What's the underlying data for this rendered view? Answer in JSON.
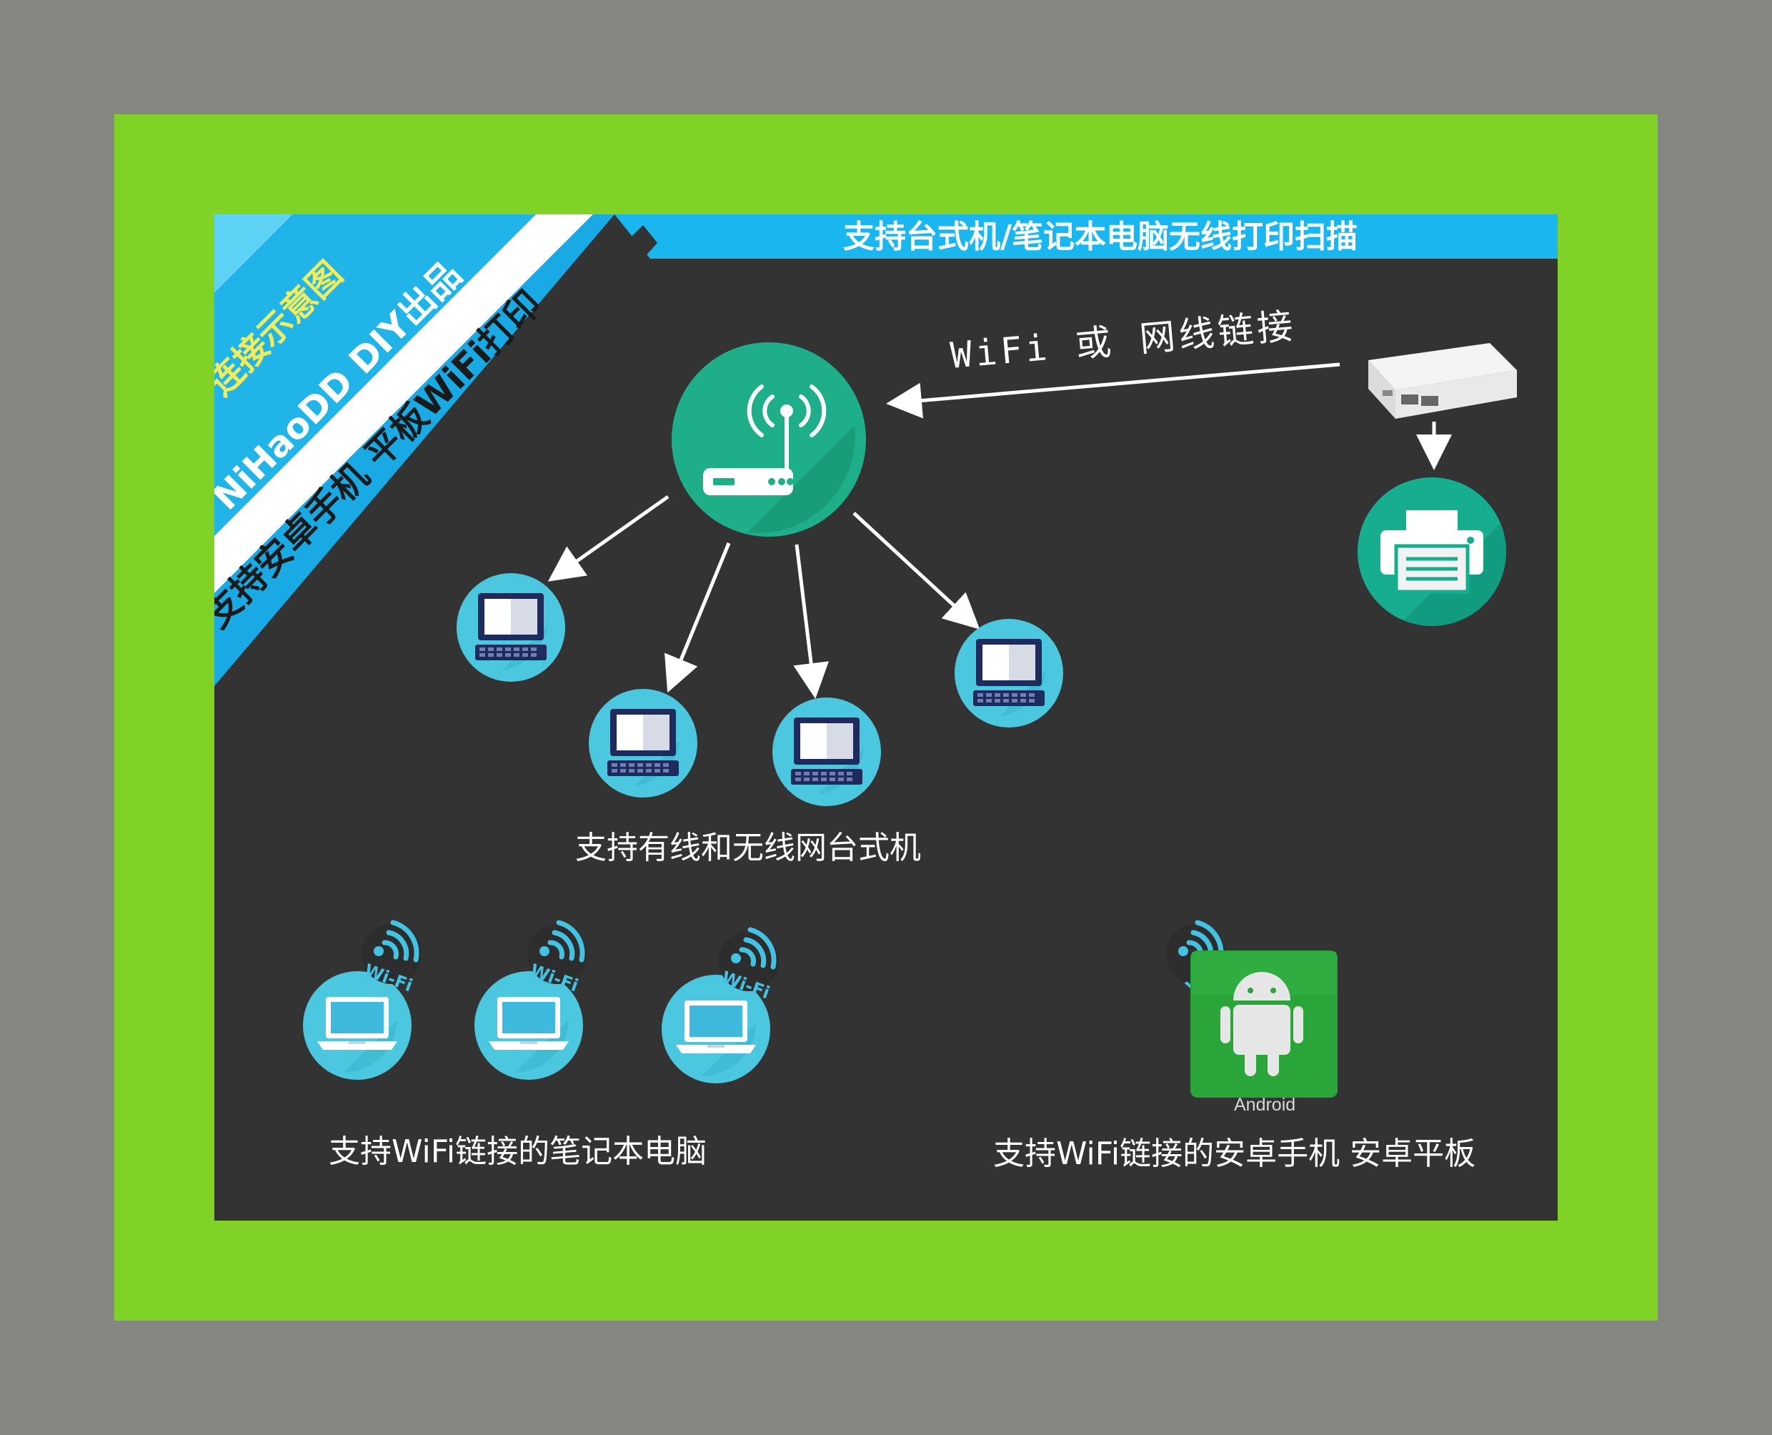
{
  "banner": {
    "top_text": "支持台式机/笔记本电脑无线打印扫描"
  },
  "corner_ribbon": {
    "line1": "连接示意图",
    "line2": "NiHaoDD DIY出品",
    "line3": "支持安卓手机 平板WiFi打印"
  },
  "diagram": {
    "link_label": "WiFi 或 网线链接",
    "desktop_caption": "支持有线和无线网台式机",
    "laptop_caption": "支持WiFi链接的笔记本电脑",
    "android_caption": "支持WiFi链接的安卓手机 安卓平板",
    "wifi_badge_text": "Wi-Fi",
    "android_logo_text": "Android"
  },
  "colors": {
    "page_background": "#868782",
    "frame_green": "#80d227",
    "panel_dark": "#333333",
    "banner_blue": "#19b6ef",
    "router_teal": "#1fae8a",
    "printer_teal": "#16ae8f",
    "device_cyan": "#4cc7e0",
    "android_green": "#2aa53a"
  },
  "icons": [
    "router-icon",
    "print-server-icon",
    "printer-icon",
    "desktop-icon",
    "laptop-icon",
    "wifi-badge-icon",
    "android-icon",
    "arrow-icon"
  ]
}
